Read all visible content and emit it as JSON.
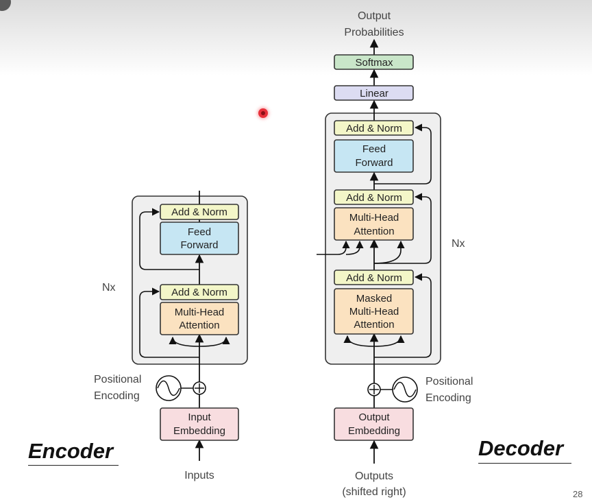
{
  "encoder": {
    "title": "Encoder",
    "add_norm_top": "Add & Norm",
    "feed_forward": [
      "Feed",
      "Forward"
    ],
    "add_norm_bottom": "Add & Norm",
    "multi_head_attention": [
      "Multi-Head",
      "Attention"
    ],
    "nx": "Nx",
    "positional_encoding": [
      "Positional",
      "Encoding"
    ],
    "input_embedding": [
      "Input",
      "Embedding"
    ],
    "inputs": "Inputs"
  },
  "decoder": {
    "title": "Decoder",
    "output_probabilities": [
      "Output",
      "Probabilities"
    ],
    "softmax": "Softmax",
    "linear": "Linear",
    "add_norm_1": "Add & Norm",
    "feed_forward": [
      "Feed",
      "Forward"
    ],
    "add_norm_2": "Add & Norm",
    "multi_head_attention": [
      "Multi-Head",
      "Attention"
    ],
    "add_norm_3": "Add & Norm",
    "masked_multi_head_attention": [
      "Masked",
      "Multi-Head",
      "Attention"
    ],
    "nx": "Nx",
    "positional_encoding": [
      "Positional",
      "Encoding"
    ],
    "output_embedding": [
      "Output",
      "Embedding"
    ],
    "outputs": [
      "Outputs",
      "(shifted right)"
    ]
  },
  "page_number": "28",
  "colors": {
    "add_norm": "#f3f6c8",
    "feed_forward": "#c6e6f3",
    "attention": "#fbe2c0",
    "embedding": "#f8dde0",
    "softmax": "#c9e6c9",
    "linear": "#dcdcf2",
    "block_bg": "#efefef",
    "laser_pointer": "#e8303a"
  }
}
